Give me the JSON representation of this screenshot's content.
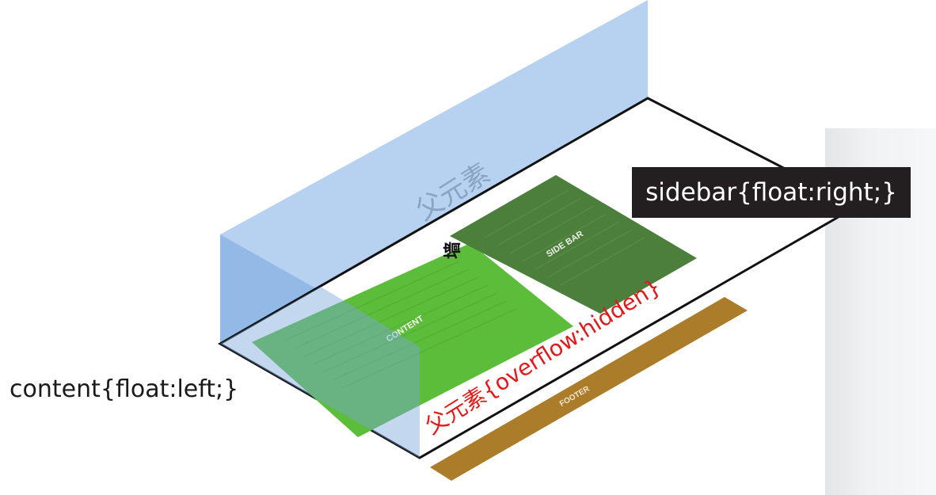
{
  "diagram": {
    "parent_label": "父元素",
    "parent_overflow_label": "父元素{overflow:hidden}",
    "content_box_label": "CONTENT",
    "sidebar_box_label": "SIDE BAR",
    "footer_box_label": "FOOTER",
    "content_css": "content{float:left;}",
    "sidebar_css": "sidebar{float:right;}",
    "wall_char": "墙"
  },
  "colors": {
    "parent_wall": "#aecbef",
    "content_fill": "#5cbd3a",
    "sidebar_fill": "#4d7f3c",
    "footer_fill": "#ab7c2a",
    "parent_overflow_text": "#e01a1a",
    "css_label_bg": "#231f20"
  }
}
